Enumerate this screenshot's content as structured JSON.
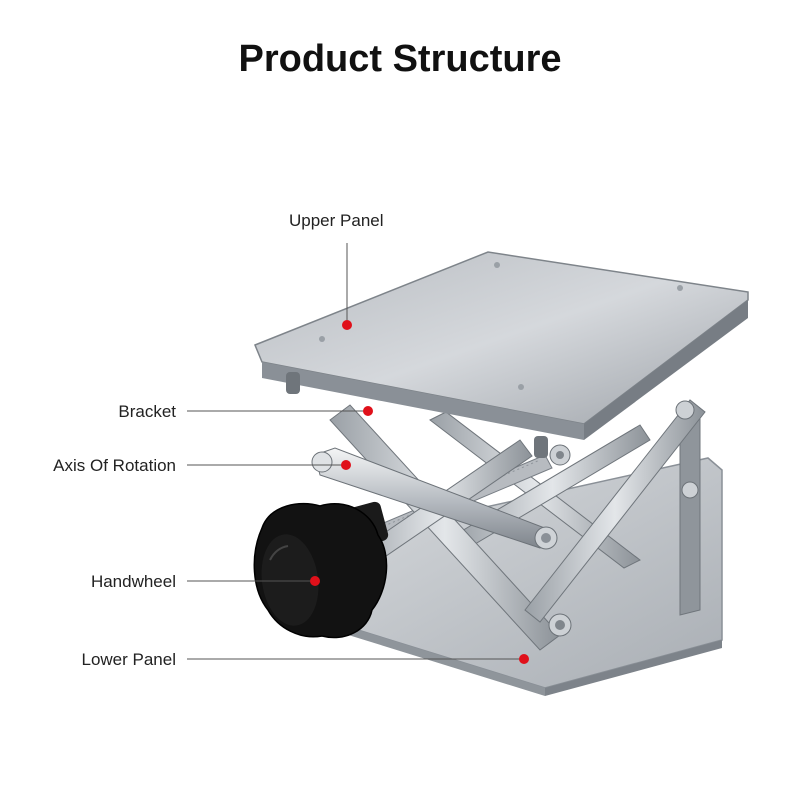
{
  "title": "Product Structure",
  "colors": {
    "background": "#ffffff",
    "title_text": "#111111",
    "label_text": "#222222",
    "leader_line": "#555555",
    "marker_dot": "#e0101a",
    "steel_light": "#c9cdd2",
    "steel_dark": "#8a9097",
    "knob": "#111111"
  },
  "callouts": [
    {
      "id": "upper-panel",
      "label": "Upper Panel"
    },
    {
      "id": "bracket",
      "label": "Bracket"
    },
    {
      "id": "axis-of-rotation",
      "label": "Axis Of Rotation"
    },
    {
      "id": "handwheel",
      "label": "Handwheel"
    },
    {
      "id": "lower-panel",
      "label": "Lower Panel"
    }
  ]
}
